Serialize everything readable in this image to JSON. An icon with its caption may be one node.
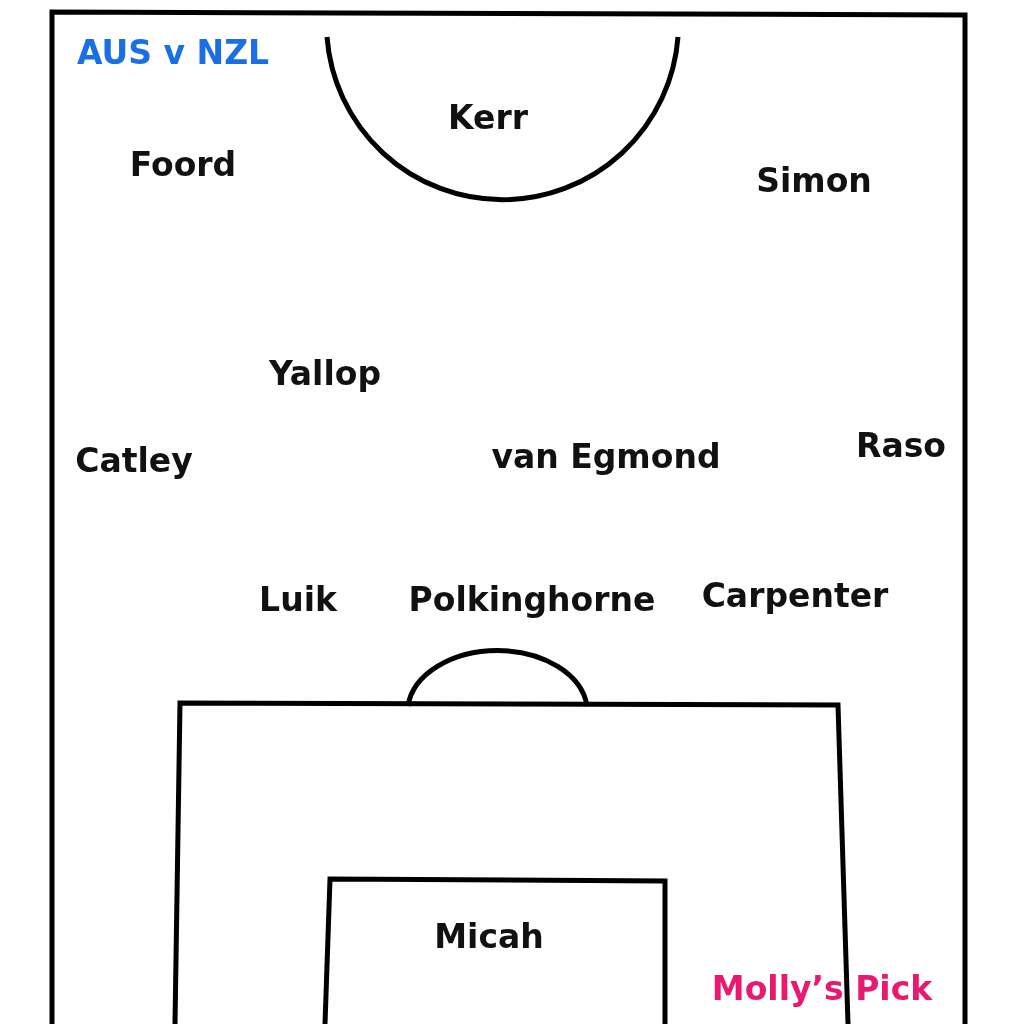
{
  "diagram": {
    "title": "AUS v NZL",
    "caption": "Molly’s Pick",
    "labels": [
      "Kerr",
      "Foord",
      "Simon",
      "Yallop",
      "Catley",
      "van Egmond",
      "Raso",
      "Luik",
      "Polkinghorne",
      "Carpenter",
      "Micah"
    ]
  }
}
